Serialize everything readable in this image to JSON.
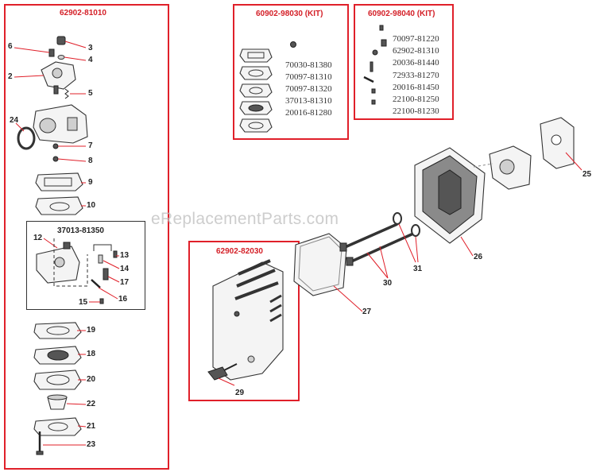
{
  "frames": {
    "carburetor": {
      "label": "62902-81010"
    },
    "kit_a": {
      "label": "60902-98030 (KIT)",
      "parts": [
        "70030-81380",
        "70097-81310",
        "70097-81320",
        "37013-81310",
        "20016-81280"
      ]
    },
    "kit_b": {
      "label": "60902-98040 (KIT)",
      "parts": [
        "70097-81220",
        "62902-81310",
        "20036-81440",
        "72933-81270",
        "20016-81450",
        "22100-81250",
        "22100-81230"
      ]
    },
    "cover": {
      "label": "62902-82030"
    },
    "subassembly": {
      "label": "37013-81350"
    }
  },
  "callouts": [
    "6",
    "3",
    "4",
    "2",
    "5",
    "24",
    "7",
    "8",
    "9",
    "10",
    "12",
    "13",
    "14",
    "17",
    "16",
    "15",
    "19",
    "18",
    "20",
    "22",
    "21",
    "23",
    "25",
    "26",
    "31",
    "30",
    "27",
    "29"
  ],
  "watermark": "eReplacementParts.com",
  "colors": {
    "frame": "#e0202a",
    "label": "#d42028"
  }
}
